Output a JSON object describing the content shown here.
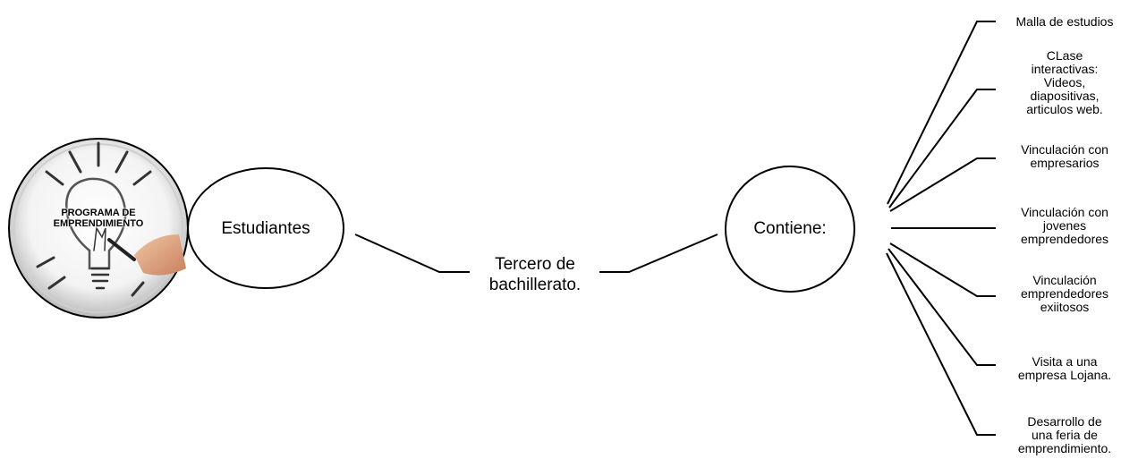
{
  "logo": {
    "title_line1": "PROGRAMA DE",
    "title_line2": "EMPRENDIMIENTO",
    "icon": "lightbulb-icon"
  },
  "nodes": {
    "estudiantes": "Estudiantes",
    "tercero": "Tercero de\nbachillerato.",
    "contiene": "Contiene:"
  },
  "branches": [
    "Malla de estudios",
    "CLase\ninteractivas:\nVideos,\ndiapositivas,\narticulos web.",
    "Vinculación con\nempresarios",
    "Vinculación con\njovenes\nemprendedores",
    "Vinculación\nemprendedores\nexiitosos",
    "Visita a una\nempresa Lojana.",
    "Desarrollo de\nuna feria de\nemprendimiento."
  ]
}
